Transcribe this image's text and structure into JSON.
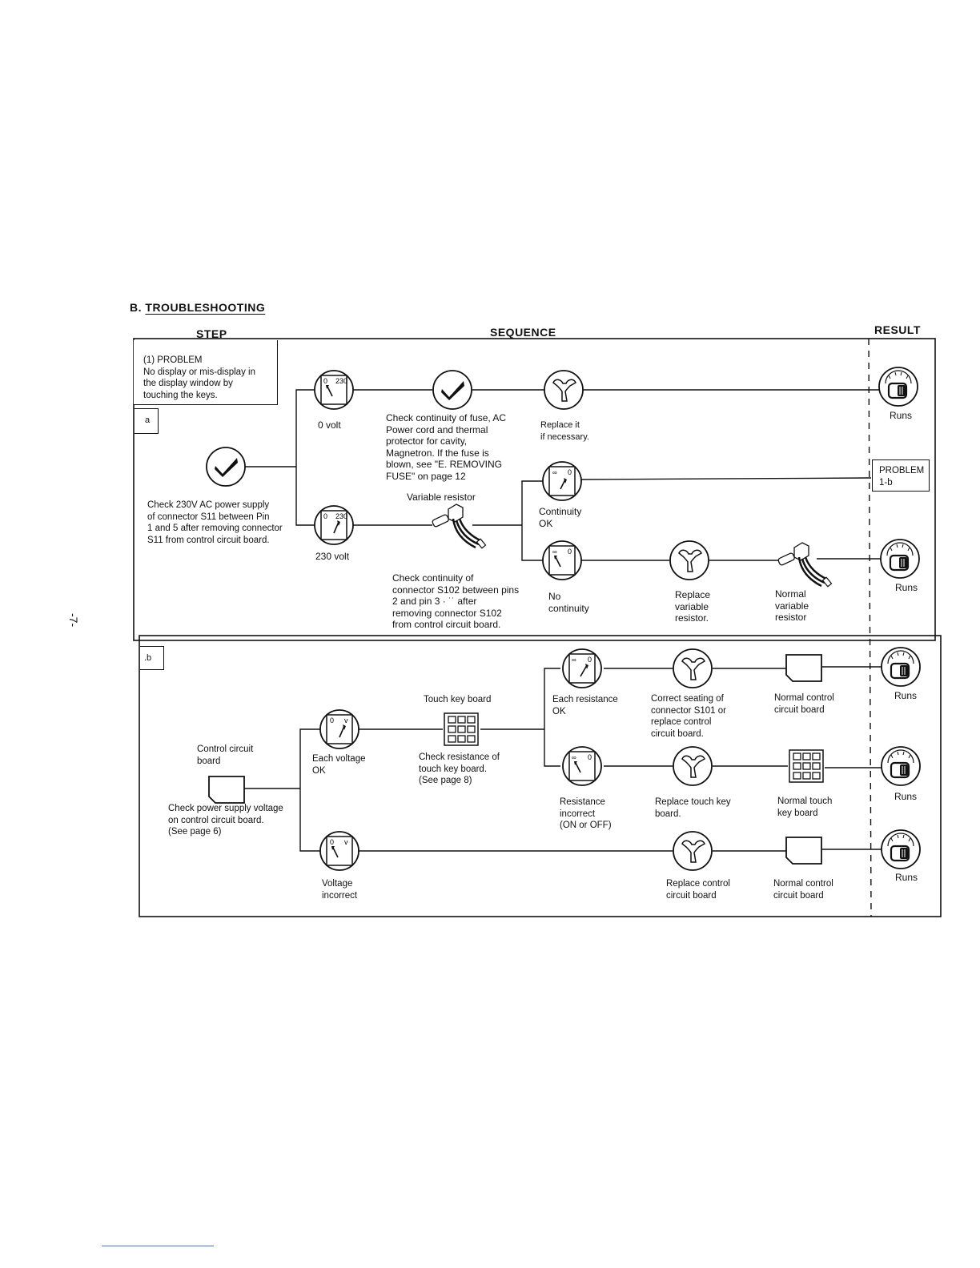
{
  "title_prefix": "B.",
  "title": "TROUBLESHOOTING",
  "headers": {
    "step": "STEP",
    "sequence": "SEQUENCE",
    "result": "RESULT"
  },
  "page_number": "-7-",
  "problem_box": "(1)  PROBLEM\nNo display or mis-display in\nthe display window by\ntouching the keys.",
  "section_a": {
    "label": "a",
    "check_step": "Check 230V AC power supply\nof connector S11 between Pin\n1 and 5 after removing connector\nS11 from control circuit board.",
    "meter_0v_label": "0 volt",
    "meter_230v_label": "230 volt",
    "meter_0_reading": "0  230",
    "fuse_check": "Check continuity of fuse, AC\nPower cord and thermal\nprotector for cavity,\nMagnetron. If the fuse is\nblown, see \"E. REMOVING\nFUSE\" on page 12",
    "replace_it": "Replace it\nif necessary.",
    "variable_resistor": "Variable resistor",
    "s102_check": "Check continuity of\nconnector S102 between pins\n 2 and pin 3 · ˙˙            after\nremoving connector  S102\nfrom control circuit board.",
    "continuity_ok": "Continuity\nOK",
    "no_continuity": "No\ncontinuity",
    "replace_variable": "Replace\nvariable\nresistor.",
    "normal_variable": "Normal\nvariable\nresistor",
    "result_runs_1": "Runs",
    "result_problem": "PROBLEM\n1-b",
    "result_runs_2": "Runs"
  },
  "section_b": {
    "label": ".b",
    "control_board": "Control circuit\nboard",
    "power_check": "Check  power supply  voltage\non control  circuit board.\n(See page 6)",
    "each_voltage_ok": "Each voltage\nOK",
    "touch_key_board": "Touch key board",
    "check_resistance": "Check resistance of\ntouch key  board.\n(See page 8)",
    "each_resistance_ok": "Each resistance\nOK",
    "correct_seating": "Correct seating of\nconnector S101 or\nreplace control\ncircuit board.",
    "normal_control_1": "Normal control\ncircuit board",
    "resistance_incorrect": "Resistance\nincorrect\n(ON or OFF)",
    "replace_touch": "Replace touch key\nboard.",
    "normal_touch": "Normal touch\nkey board",
    "voltage_incorrect": "Voltage\nincorrect",
    "replace_control": "Replace control\ncircuit board",
    "normal_control_2": "Normal control\ncircuit board",
    "result_runs_3": "Runs",
    "result_runs_4": "Runs",
    "result_runs_5": "Runs"
  },
  "icons": [
    "meter-icon",
    "check-icon",
    "wrench-icon",
    "oven-icon",
    "potentiometer-icon",
    "circuit-board-icon",
    "keypad-icon"
  ]
}
